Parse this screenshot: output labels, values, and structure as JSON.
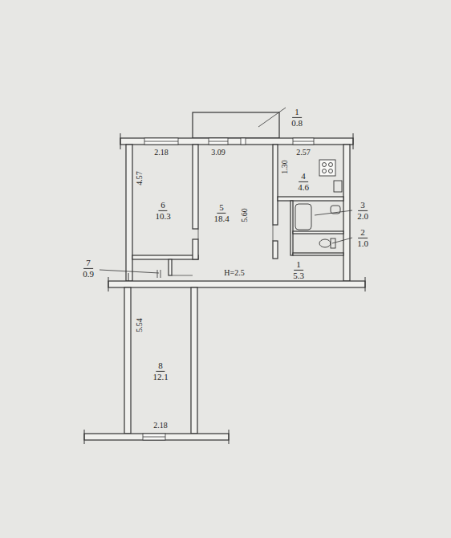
{
  "diagram": {
    "nodes": [
      {
        "text": [
          "1",
          "0.8"
        ]
      },
      {
        "text": [
          "6",
          "10.3"
        ]
      },
      {
        "text": [
          "5",
          "18.4"
        ]
      },
      {
        "text": [
          "4",
          "4.6"
        ]
      },
      {
        "text": [
          "3",
          "2.0"
        ]
      },
      {
        "text": [
          "2",
          "1.0"
        ]
      },
      {
        "text": [
          "7",
          "0.9"
        ]
      },
      {
        "text": [
          "1",
          "5.3"
        ]
      },
      {
        "text": [
          "8",
          "12.1"
        ]
      }
    ],
    "labels": [
      "2.18",
      "3.09",
      "2.57",
      "4.57",
      "5.60",
      "1.30",
      "H=2.5",
      "5.54",
      "2.18"
    ]
  }
}
